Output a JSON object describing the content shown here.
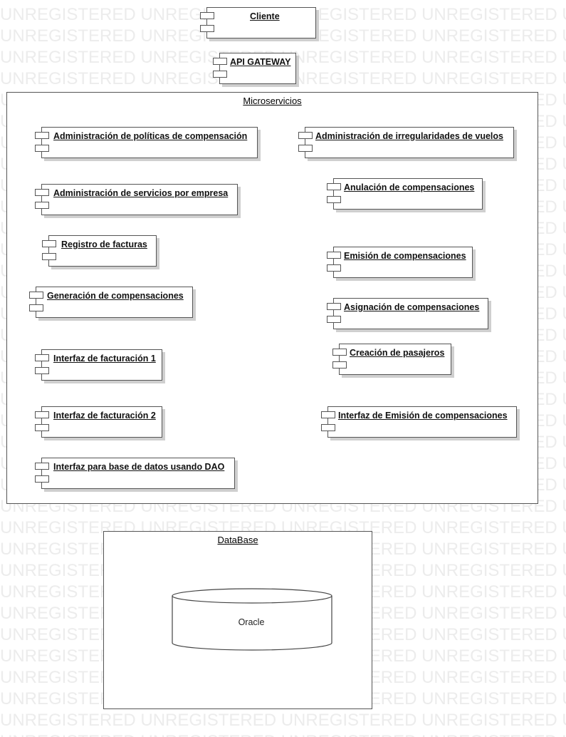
{
  "watermark": {
    "text": "UNREGISTERED"
  },
  "cliente": {
    "label": "Cliente"
  },
  "api_gateway": {
    "label": "API GATEWAY"
  },
  "microservicios": {
    "title": "Microservicios",
    "components": [
      {
        "id": "politicas",
        "label": "Administración de políticas de compensación"
      },
      {
        "id": "irregularidades",
        "label": "Administración de irregularidades de vuelos"
      },
      {
        "id": "servicios",
        "label": "Administración de servicios por empresa"
      },
      {
        "id": "anulacion",
        "label": "Anulación de compensaciones"
      },
      {
        "id": "facturas",
        "label": "Registro de facturas"
      },
      {
        "id": "emision",
        "label": "Emisión de compensaciones"
      },
      {
        "id": "generacion",
        "label": "Generación de compensaciones"
      },
      {
        "id": "asignacion",
        "label": "Asignación de compensaciones"
      },
      {
        "id": "pasajeros",
        "label": "Creación de pasajeros"
      },
      {
        "id": "facturacion1",
        "label": "Interfaz de facturación 1"
      },
      {
        "id": "facturacion2",
        "label": "Interfaz de facturación 2"
      },
      {
        "id": "interfaz_emision",
        "label": "Interfaz de Emisión de compensaciones"
      },
      {
        "id": "dao",
        "label": "Interfaz para base de datos usando DAO"
      }
    ]
  },
  "database": {
    "title": "DataBase",
    "store": {
      "label": "Oracle"
    }
  }
}
